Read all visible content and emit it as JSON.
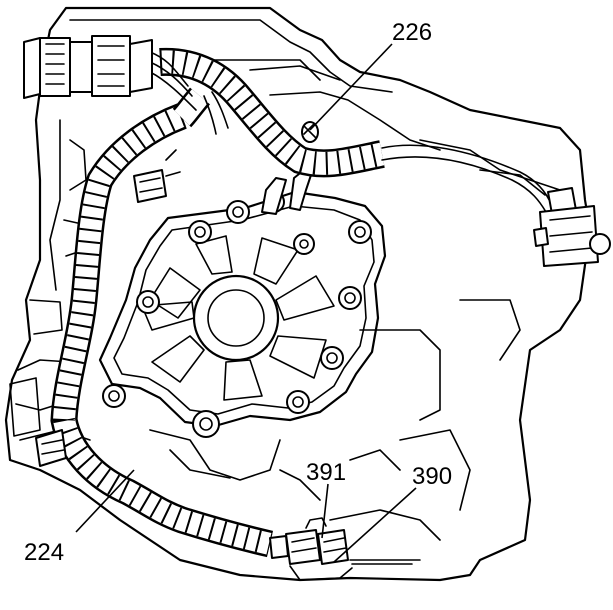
{
  "labels": {
    "harness_tag_upper": "226",
    "harness_main": "224",
    "connector_a": "391",
    "connector_b": "390"
  }
}
